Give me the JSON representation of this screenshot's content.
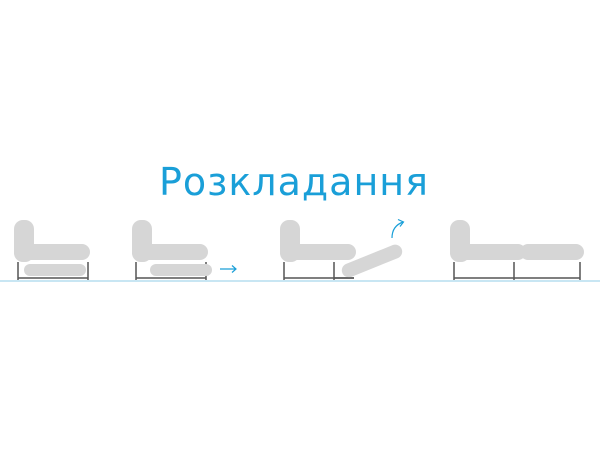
{
  "title": "Розкладання",
  "colors": {
    "accent": "#1a9fd8",
    "cushion": "#d6d6d6",
    "frame": "#555555",
    "baseline": "#a8d8ec"
  },
  "steps": [
    {
      "name": "folded"
    },
    {
      "name": "pull-out",
      "icon": "right-arrow-icon"
    },
    {
      "name": "lift",
      "icon": "curved-up-arrow-icon"
    },
    {
      "name": "unfolded"
    }
  ]
}
